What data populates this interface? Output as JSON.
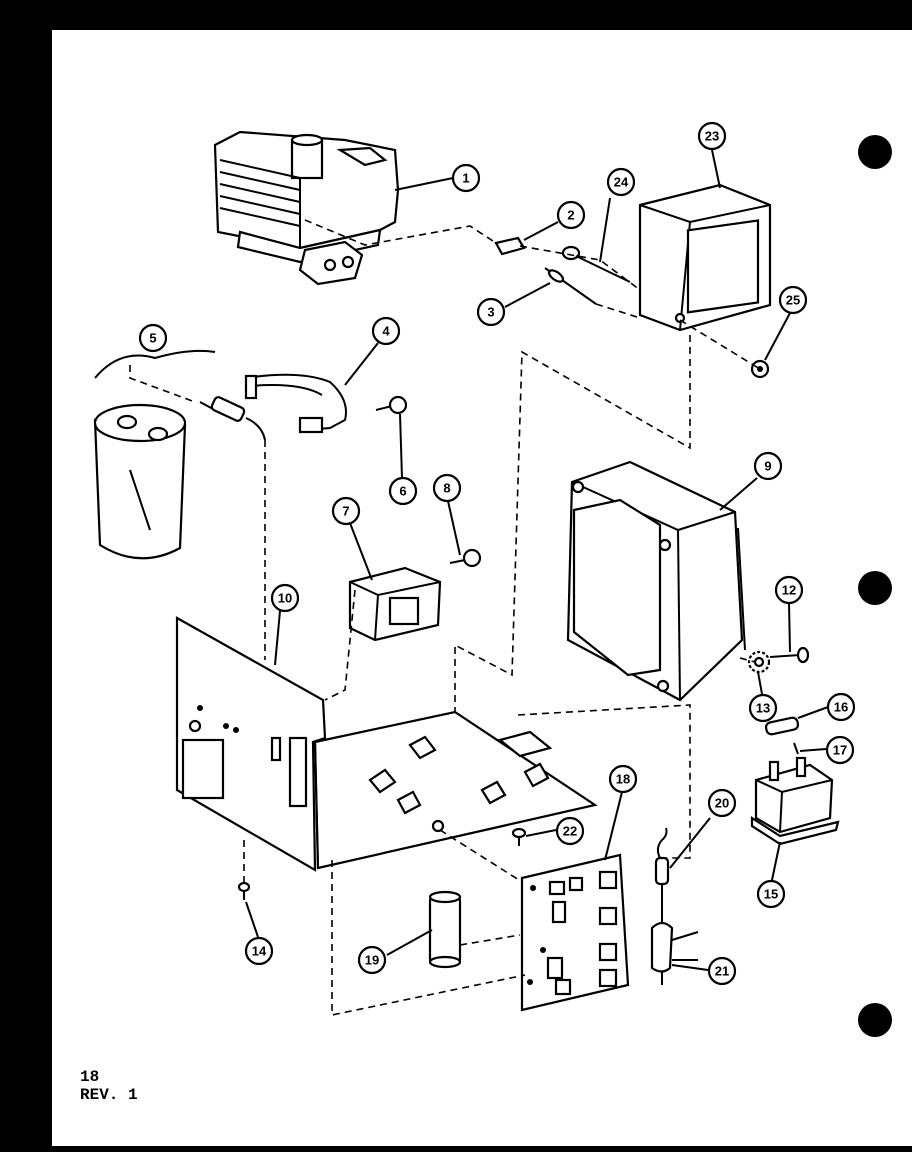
{
  "page": {
    "number": "18",
    "revision": "REV. 1"
  },
  "callouts": [
    {
      "id": "c1",
      "label": "1"
    },
    {
      "id": "c2",
      "label": "2"
    },
    {
      "id": "c3",
      "label": "3"
    },
    {
      "id": "c4",
      "label": "4"
    },
    {
      "id": "c5",
      "label": "5"
    },
    {
      "id": "c6",
      "label": "6"
    },
    {
      "id": "c7",
      "label": "7"
    },
    {
      "id": "c8",
      "label": "8"
    },
    {
      "id": "c9",
      "label": "9"
    },
    {
      "id": "c10",
      "label": "10"
    },
    {
      "id": "c12",
      "label": "12"
    },
    {
      "id": "c13",
      "label": "13"
    },
    {
      "id": "c14",
      "label": "14"
    },
    {
      "id": "c15",
      "label": "15"
    },
    {
      "id": "c16",
      "label": "16"
    },
    {
      "id": "c17",
      "label": "17"
    },
    {
      "id": "c18",
      "label": "18"
    },
    {
      "id": "c19",
      "label": "19"
    },
    {
      "id": "c20",
      "label": "20"
    },
    {
      "id": "c21",
      "label": "21"
    },
    {
      "id": "c22",
      "label": "22"
    },
    {
      "id": "c23",
      "label": "23"
    },
    {
      "id": "c24",
      "label": "24"
    },
    {
      "id": "c25",
      "label": "25"
    }
  ]
}
